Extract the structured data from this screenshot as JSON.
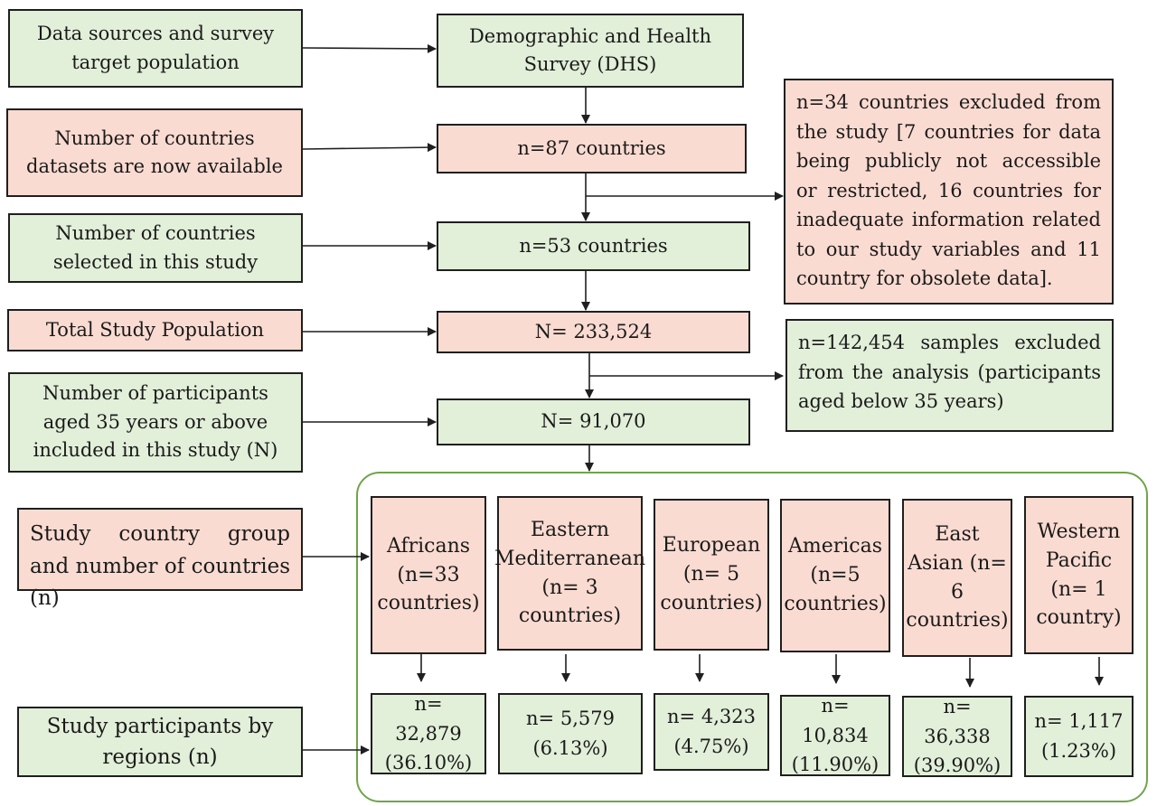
{
  "left": {
    "data_sources": "Data sources and survey target population",
    "countries_available": "Number of countries datasets are now available",
    "countries_selected": "Number of countries selected in this study",
    "total_population": "Total Study Population",
    "aged35": "Number of participants aged 35 years or above included in this study (N)",
    "country_group": "Study country group and number of countries (n)",
    "participants_by_region": "Study participants by regions (n)"
  },
  "center": {
    "dhs": "Demographic and Health Survey (DHS)",
    "n87": "n=87 countries",
    "n53": "n=53 countries",
    "N233": "N= 233,524",
    "N91": "N= 91,070"
  },
  "exclusions": {
    "countries": "n=34 countries excluded from the study [7 countries for data being publicly not accessible or restricted, 16 countries for inadequate information related to our study variables and 11 country for obsolete data].",
    "samples": "n=142,454 samples excluded from the analysis (participants aged below 35 years)"
  },
  "regions": [
    {
      "name": "Africans (n=33 countries)",
      "count": "n= 32,879 (36.10%)"
    },
    {
      "name": "Eastern Mediterranean (n= 3 countries)",
      "count": "n= 5,579 (6.13%)"
    },
    {
      "name": "European (n= 5 countries)",
      "count": "n= 4,323 (4.75%)"
    },
    {
      "name": "Americas (n=5 countries)",
      "count": "n= 10,834 (11.90%)"
    },
    {
      "name": "East Asian (n= 6 countries)",
      "count": "n= 36,338 (39.90%)"
    },
    {
      "name": "Western Pacific (n= 1 country)",
      "count": "n= 1,117 (1.23%)"
    }
  ],
  "colors": {
    "green_fill": "#e2efd9",
    "pink_fill": "#fadbd1",
    "frame_green": "#70a44a"
  }
}
